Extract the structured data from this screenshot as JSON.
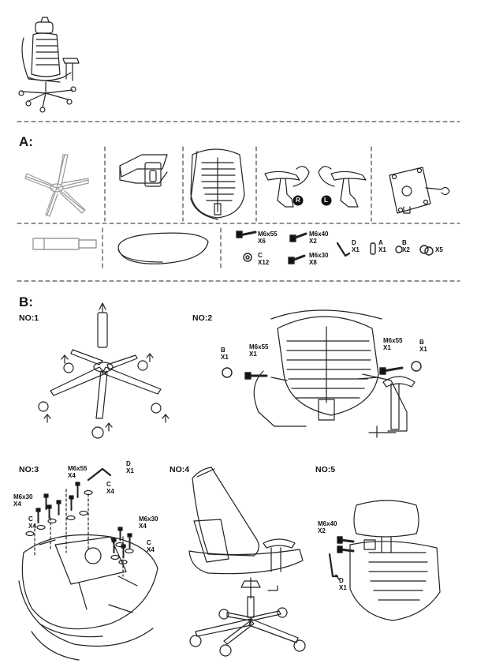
{
  "sections": {
    "a": "A:",
    "b": "B:"
  },
  "parts": {
    "badge_r": "R",
    "badge_l": "L",
    "m6x55": "M6x55",
    "m6x55_qty": "X6",
    "m6x40": "M6x40",
    "m6x40_qty": "X2",
    "c_label": "C",
    "c_qty": "X12",
    "m6x30": "M6x30",
    "m6x30_qty": "X8",
    "d_label": "D",
    "d_qty": "X1",
    "a_label": "A",
    "a_qty": "X1",
    "b_label": "B",
    "b_qty": "X2",
    "x5_qty": "X5"
  },
  "steps": {
    "no1": "NO:1",
    "no2": {
      "title": "NO:2",
      "b_left": "B",
      "b_left_qty": "X1",
      "screw": "M6x55",
      "screw_qty": "X1",
      "screw_r": "M6x55",
      "screw_r_qty": "X1",
      "b_right": "B",
      "b_right_qty": "X1"
    },
    "no3": {
      "title": "NO:3",
      "screw55": "M6x55",
      "screw55_qty": "X4",
      "d": "D",
      "d_qty": "X1",
      "c_top": "C",
      "c_top_qty": "X4",
      "m6x30_l": "M6x30",
      "m6x30_l_qty": "X4",
      "c_left": "C",
      "c_left_qty": "X4",
      "m6x30_r": "M6x30",
      "m6x30_r_qty": "X4",
      "c_right": "C",
      "c_right_qty": "X4"
    },
    "no4": "NO:4",
    "no5": {
      "title": "NO:5",
      "screw": "M6x40",
      "screw_qty": "X2",
      "d": "D",
      "d_qty": "X1"
    }
  }
}
